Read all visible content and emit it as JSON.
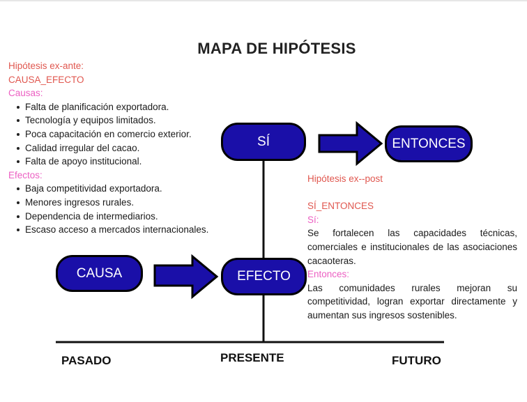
{
  "title": "MAPA DE HIPÓTESIS",
  "exante": {
    "heading": "Hipótesis ex-ante:",
    "type": "CAUSA_EFECTO",
    "causas_label": "Causas:",
    "causas": [
      "Falta de planificación exportadora.",
      "Tecnología y equipos limitados.",
      "Poca capacitación en comercio exterior.",
      "Calidad irregular del cacao.",
      "Falta de apoyo institucional."
    ],
    "efectos_label": "Efectos:",
    "efectos": [
      "Baja competitividad exportadora.",
      "Menores ingresos rurales.",
      "Dependencia de intermediarios.",
      "Escaso acceso a mercados internacionales."
    ]
  },
  "boxes": {
    "si": "SÍ",
    "entonces": "ENTONCES",
    "causa": "CAUSA",
    "efecto": "EFECTO"
  },
  "expost": {
    "heading": "Hipótesis ex--post",
    "type": "SÍ_ENTONCES",
    "si_label": "Sí:",
    "si_text": "Se fortalecen las capacidades técnicas, comerciales e institucionales de las asociaciones cacaoteras.",
    "entonces_label": "Entonces:",
    "entonces_text": "Las comunidades rurales mejoran su competitividad, logran exportar directamente y aumentan sus ingresos sostenibles."
  },
  "timeline": {
    "past": "PASADO",
    "present": "PRESENTE",
    "future": "FUTURO"
  },
  "colors": {
    "box_fill": "#1a0fa8",
    "heading_red": "#e0574f",
    "label_pink": "#ec5fc2"
  }
}
